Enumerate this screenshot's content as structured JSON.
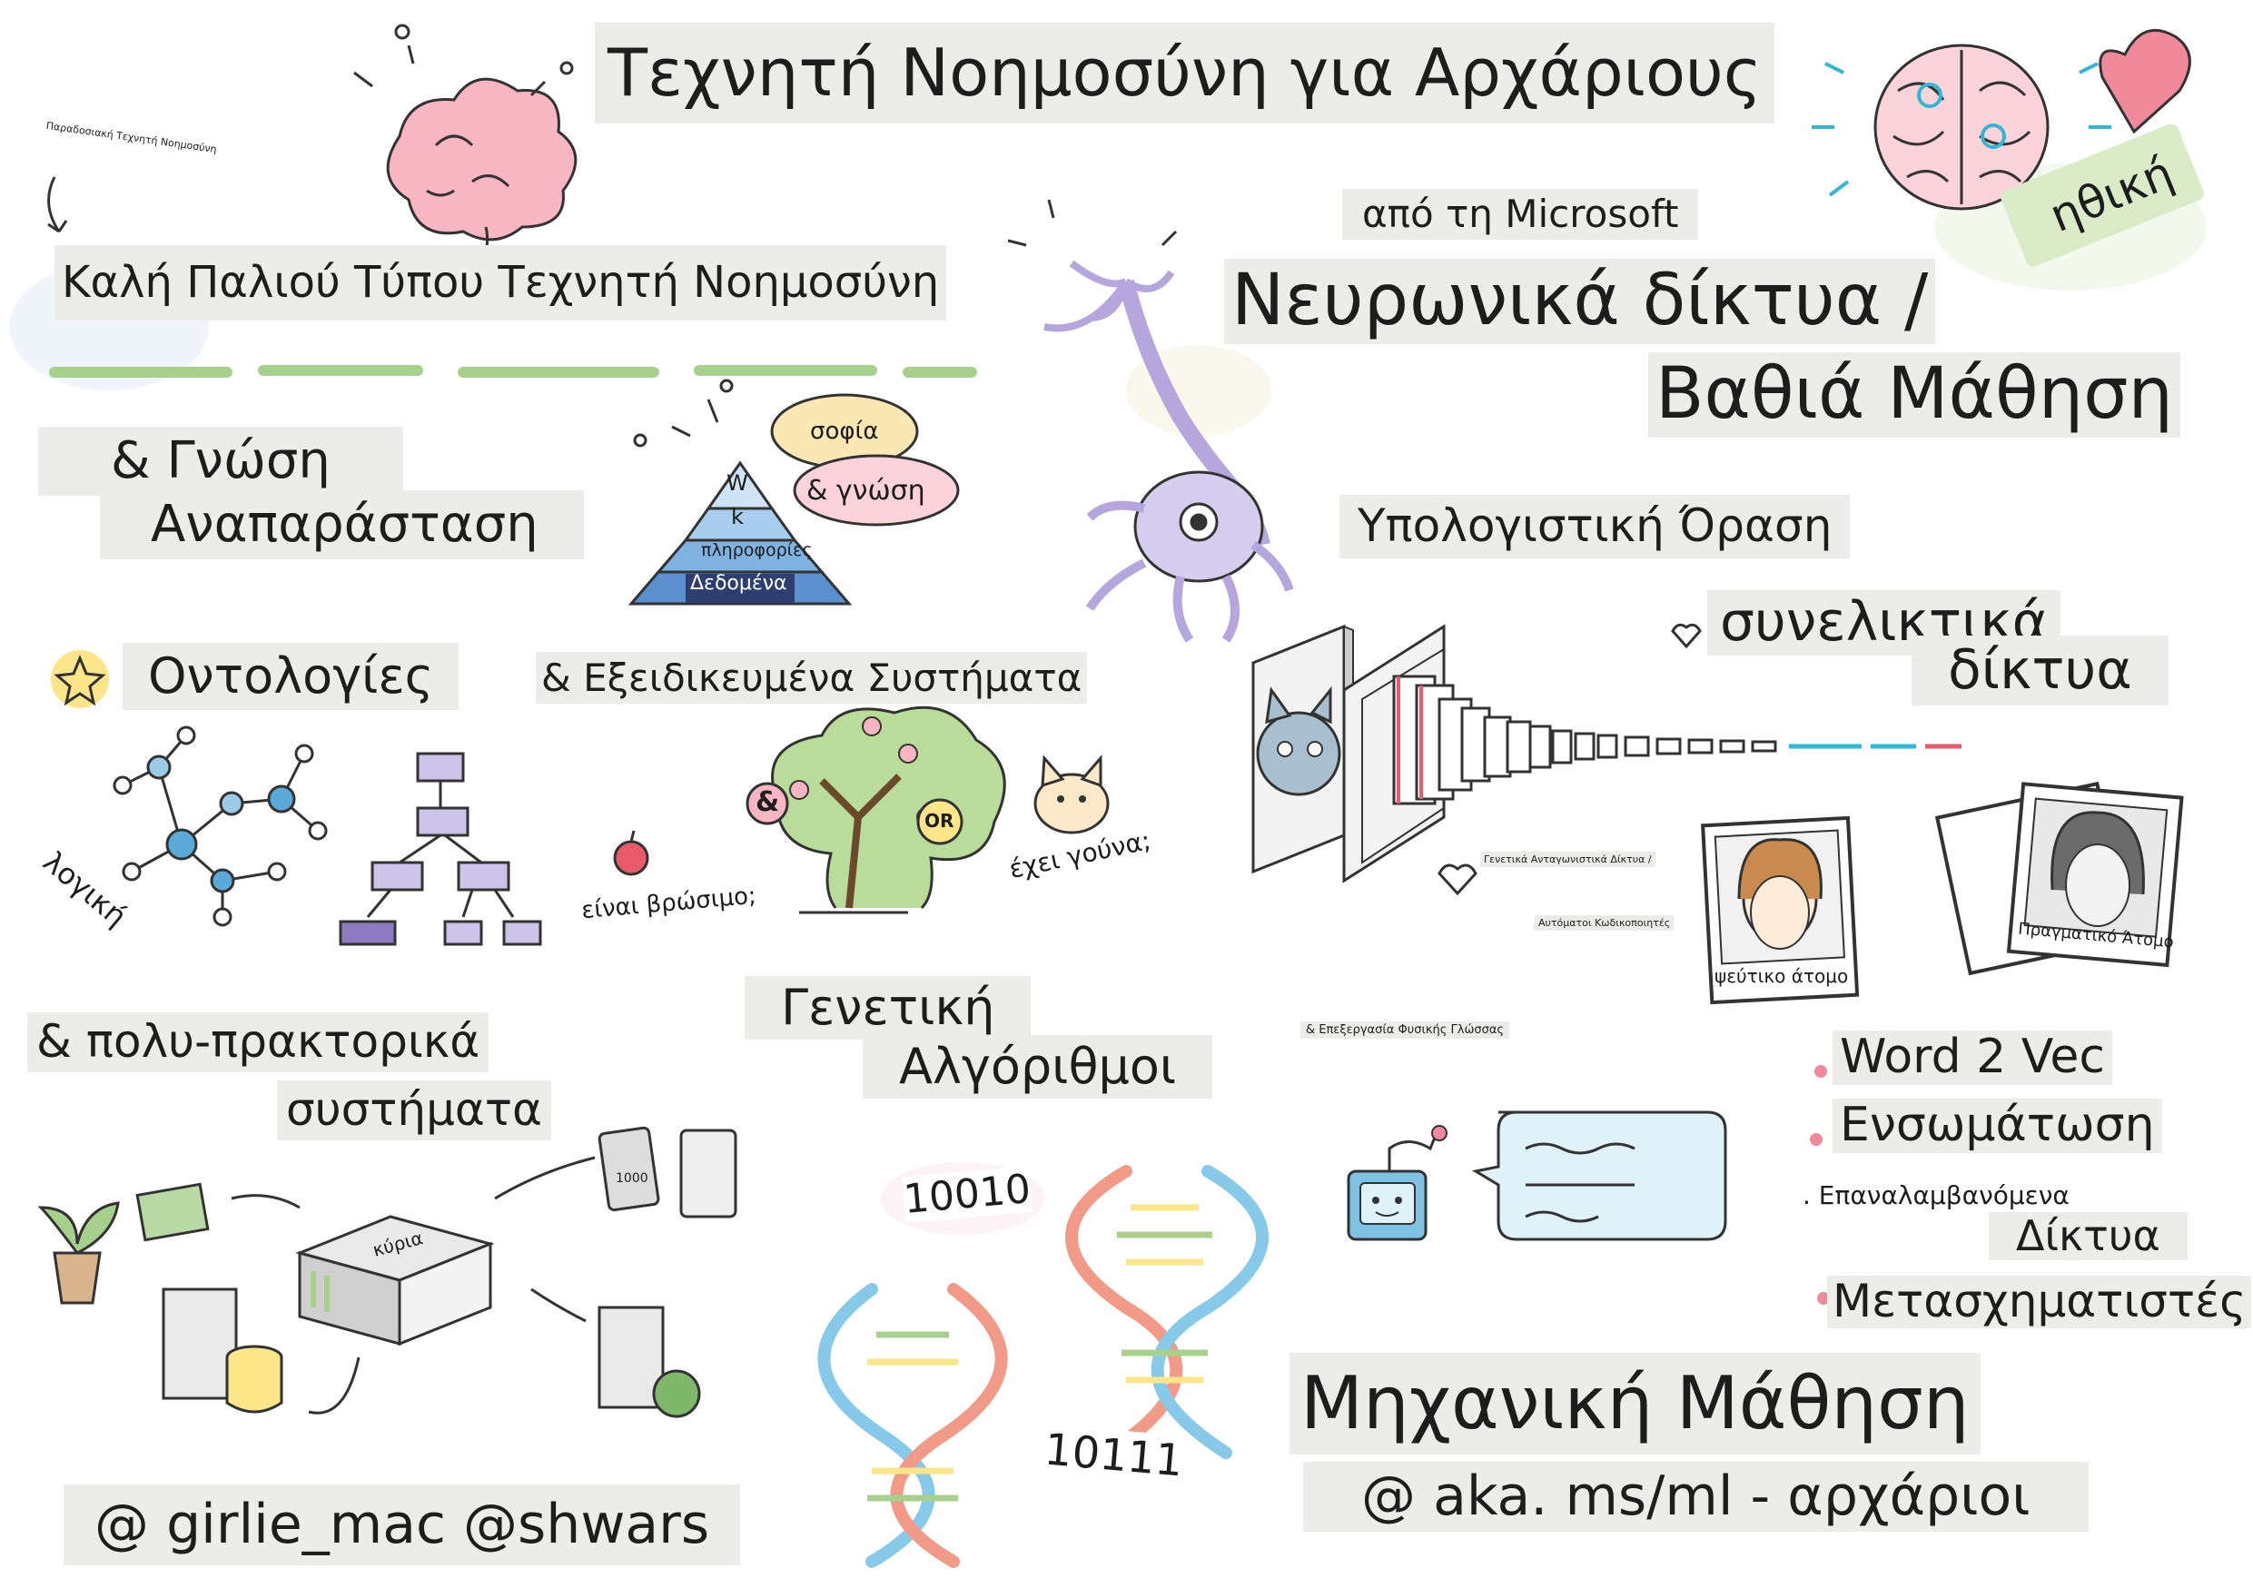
{
  "title": "Τεχνητή Νοημοσύνη για Αρχάριους",
  "subtitle": "από τη Microsoft",
  "ethics": "ηθική",
  "small_note": "Παραδοσιακή Τεχνητή Νοημοσύνη",
  "left": {
    "gofai": "Καλή Παλιού Τύπου Τεχνητή Νοημοσύνη",
    "knowledge_line1": "& Γνώση",
    "knowledge_line2": "Αναπαράσταση",
    "pyramid": [
      "W",
      "k",
      "πληροφορίες",
      "Δεδομένα"
    ],
    "wisdom": "σοφία",
    "and_knowledge": "& γνώση",
    "ontologies": "Οντολογίες",
    "expert_systems": "& Εξειδικευμένα Συστήματα",
    "logic": "λογική",
    "edible": "είναι βρώσιμο;",
    "has_fur": "έχει γούνα;",
    "tree_and": "&",
    "tree_or": "OR",
    "multiagent_line1": "& πολυ-πρακτορικά",
    "multiagent_line2": "συστήματα",
    "server_label": "κύρια",
    "device_number": "1000",
    "credits": "@ girlie_mac @shwars"
  },
  "middle": {
    "genetic_line1": "Γενετική",
    "genetic_line2": "Αλγόριθμοι",
    "binary_1": "10010",
    "binary_2": "10111"
  },
  "right": {
    "nn_line1": "Νευρωνικά δίκτυα /",
    "nn_line2": "Βαθιά Μάθηση",
    "cv": "Υπολογιστική Όραση",
    "conv_line1": "συνελικτικά",
    "conv_line2": "δίκτυα",
    "gan": "Γενετικά Ανταγωνιστικά Δίκτυα /",
    "autoencoders": "Αυτόματοι Κωδικοποιητές",
    "fake_person": "ψεύτικο άτομο",
    "real_person": "Πραγματικό Άτομο",
    "nlp": "& Επεξεργασία Φυσικής Γλώσσας",
    "word2vec": "Word 2 Vec",
    "embedding": "Ενσωμάτωση",
    "recurrent_line1": ". Επαναλαμβανόμενα",
    "recurrent_line2": "Δίκτυα",
    "transformers": "Μετασχηματιστές",
    "ml": "Μηχανική Μάθηση",
    "ml_link": "@ aka. ms/ml - αρχάριοι"
  },
  "colors": {
    "label_bg": "#ececea",
    "green": "#a8d08d",
    "purple": "#8e7cc3",
    "pink": "#f7b6c2",
    "yellow": "#fde68a",
    "teal": "#2fb8d6",
    "heart": "#e85a6b"
  },
  "icons": [
    "brain-icon",
    "heart-icon",
    "neuron-icon",
    "pyramid-icon",
    "graph-icon",
    "flowchart-icon",
    "tree-icon",
    "apple-icon",
    "cat-icon",
    "star-icon",
    "plant-icon",
    "server-icon",
    "database-icon",
    "tablet-icon",
    "globe-icon",
    "dna-icon",
    "robot-icon",
    "speech-bubble-icon",
    "cnn-icon",
    "portrait-icon"
  ]
}
